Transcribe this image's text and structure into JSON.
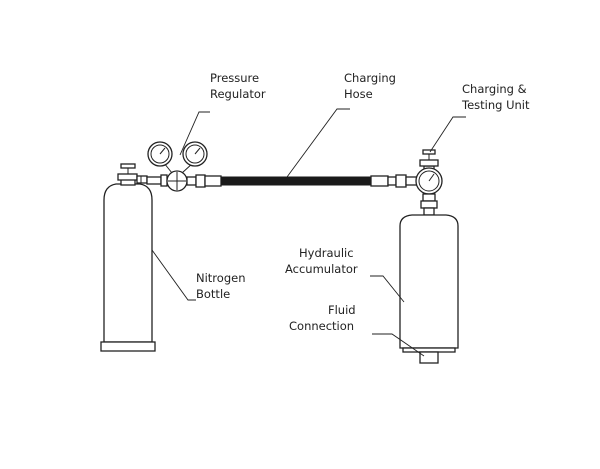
{
  "labels": {
    "pressure_regulator": [
      "Pressure",
      "Regulator"
    ],
    "charging_hose": [
      "Charging",
      "Hose"
    ],
    "charging_testing_unit": [
      "Charging &",
      "Testing Unit"
    ],
    "nitrogen_bottle": [
      "Nitrogen",
      "Bottle"
    ],
    "hydraulic_accumulator": [
      "Hydraulic",
      "Accumulator"
    ],
    "fluid_connection": [
      "Fluid",
      "Connection"
    ]
  },
  "colors": {
    "stroke": "#222222",
    "hose": "#1a1a1a",
    "background": "#ffffff"
  }
}
